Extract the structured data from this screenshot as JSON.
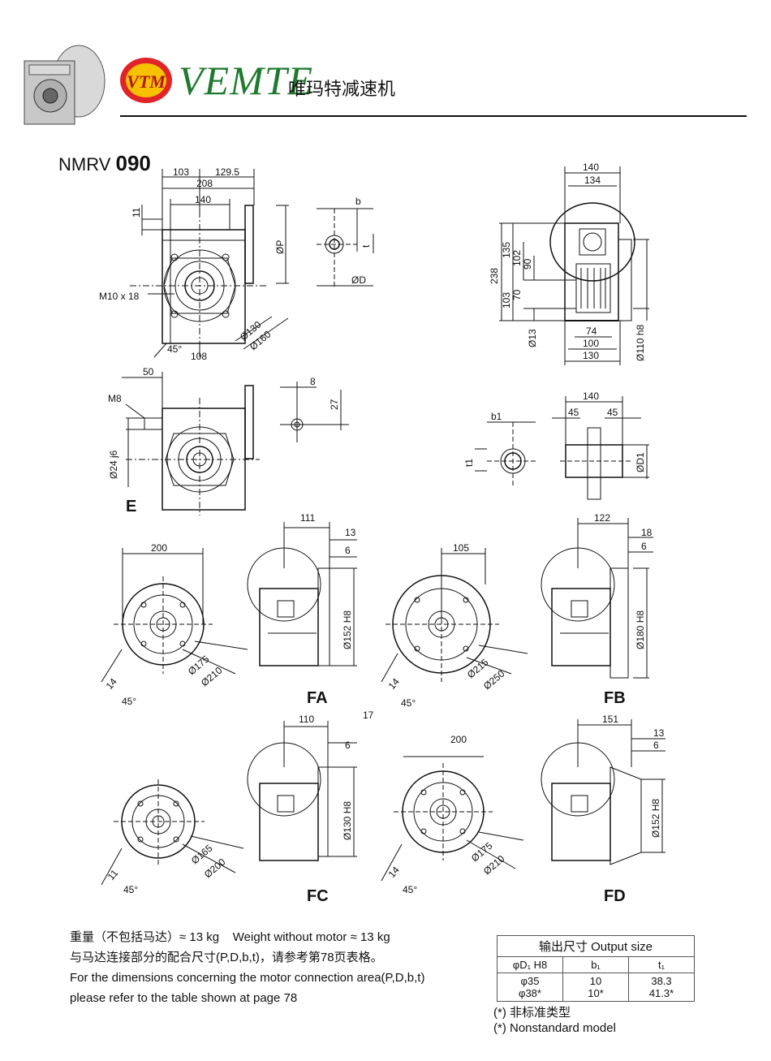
{
  "header": {
    "brand": "VEMTE",
    "brand_cn": "唯玛特减速机",
    "logo_text": "VTM"
  },
  "model": {
    "prefix": "NMRV",
    "number": "090"
  },
  "labels": {
    "d103": "103",
    "d129_5": "129.5",
    "d208": "208",
    "d140a": "140",
    "d11": "11",
    "dP": "ØP",
    "m10": "M10 x 18",
    "d45a": "45°",
    "d108": "108",
    "d130c": "Ø130",
    "d160": "Ø160",
    "b": "b",
    "t": "t",
    "dD": "ØD",
    "d140b": "140",
    "d134": "134",
    "d238": "238",
    "d135": "135",
    "d102": "102",
    "d90": "90",
    "d70": "70",
    "d103b": "103",
    "d13": "Ø13",
    "d74": "74",
    "d100": "100",
    "d130w": "130",
    "d110": "Ø110 h8",
    "d50": "50",
    "m8": "M8",
    "d24": "Ø24 j6",
    "d8": "8",
    "d27": "27",
    "E": "E",
    "d140c": "140",
    "d45b": "45",
    "d45c": "45",
    "b1": "b1",
    "t1": "t1",
    "dD1": "ØD1",
    "fa_200": "200",
    "fa_111": "111",
    "fa_13": "13",
    "fa_6": "6",
    "fa_152": "Ø152 H8",
    "fa_14": "14",
    "fa_175": "Ø175",
    "fa_210": "Ø210",
    "fa_45": "45°",
    "FA": "FA",
    "fb_105": "105",
    "fb_122": "122",
    "fb_18": "18",
    "fb_6": "6",
    "fb_180": "Ø180 H8",
    "fb_14": "14",
    "fb_215": "Ø215",
    "fb_250": "Ø250",
    "fb_45": "45°",
    "FB": "FB",
    "n17": "17",
    "fc_110": "110",
    "fc_6": "6",
    "fc_130": "Ø130 H8",
    "fc_11": "11",
    "fc_165": "Ø165",
    "fc_200": "Ø200",
    "fc_45": "45°",
    "FC": "FC",
    "fd_200": "200",
    "fd_151": "151",
    "fd_13": "13",
    "fd_6": "6",
    "fd_152": "Ø152 H8",
    "fd_14": "14",
    "fd_175": "Ø175",
    "fd_210": "Ø210",
    "fd_45": "45°",
    "FD": "FD"
  },
  "notes": {
    "weight_cn": "重量（不包括马达）≈ 13 kg",
    "weight_en": "Weight without motor  ≈ 13 kg",
    "motor_cn": "与马达连接部分的配合尺寸(P,D,b,t)，请参考第78页表格。",
    "motor_en1": "For the dimensions concerning the motor connection area(P,D,b,t)",
    "motor_en2": "please refer to the table shown at page 78"
  },
  "output_table": {
    "title": "输出尺寸  Output size",
    "headers": [
      "φD₁ H8",
      "b₁",
      "t₁"
    ],
    "col1": "φ35\nφ38*",
    "col2": "10\n10*",
    "col3": "38.3\n41.3*"
  },
  "footnotes": {
    "cn": "(*) 非标准类型",
    "en": "(*) Nonstandard model"
  },
  "colors": {
    "brand_green": "#1e7a2e",
    "logo_red": "#e0242a",
    "logo_yellow": "#f6c200"
  }
}
